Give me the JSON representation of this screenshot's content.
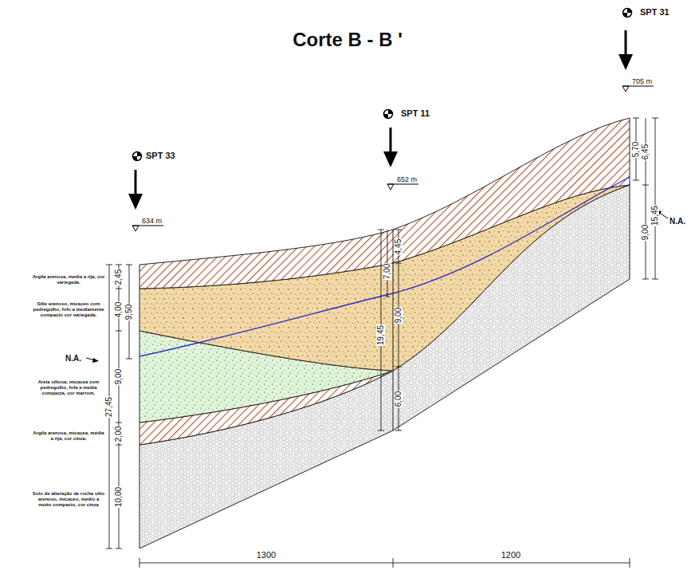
{
  "diagram": {
    "title": "Corte B - B '",
    "labels": [
      "SPT 33",
      "634 m",
      "SPT 11",
      "652 m",
      "SPT 31",
      "705 m",
      "N.A.",
      "N.A.",
      "Argila arenosa, media a rija, cor variegada.",
      "Silte arenoso, micaceo com pedregulho, fofo a mediamente compacto cor variegada.",
      "Areia siltosa, micacea com pedregulho, fofa a media compacta, cor marrom.",
      "Argila arenosa, micacea, média a rija, cor cinza.",
      "Solo de alteração de rocha silto arenoso, micaceo, medio a muito compacto, cor cinza",
      "2,45",
      "4,00",
      "9,50",
      "9,00",
      "27,45",
      "2,00",
      "10,00",
      "7,00",
      "4,45",
      "19,45",
      "9,00",
      "6,00",
      "5,70",
      "6,45",
      "15,45",
      "9,00",
      "1300",
      "1200"
    ]
  }
}
